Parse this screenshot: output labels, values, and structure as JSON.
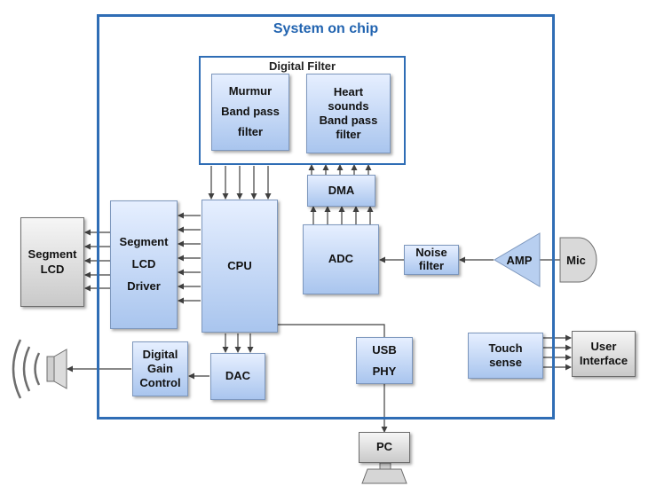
{
  "soc": {
    "title": "System on chip"
  },
  "digital_filter": {
    "title": "Digital Filter",
    "murmur": [
      "Murmur",
      "Band pass",
      "filter"
    ],
    "heart": [
      "Heart",
      "sounds",
      "Band pass",
      "filter"
    ]
  },
  "blocks": {
    "dma": "DMA",
    "adc": "ADC",
    "cpu": "CPU",
    "segment_driver": [
      "Segment",
      "LCD",
      "Driver"
    ],
    "noise_filter": [
      "Noise",
      "filter"
    ],
    "amp": "AMP",
    "mic": "Mic",
    "segment_lcd": [
      "Segment",
      "LCD"
    ],
    "digital_gain": [
      "Digital",
      "Gain",
      "Control"
    ],
    "dac": "DAC",
    "usb_phy": [
      "USB",
      "PHY"
    ],
    "touch_sense": [
      "Touch",
      "sense"
    ],
    "user_interface": [
      "User",
      "Interface"
    ],
    "pc": "PC"
  },
  "colors": {
    "frame": "#2f6db5",
    "arrow": "#404040",
    "title": "#2264b0"
  }
}
